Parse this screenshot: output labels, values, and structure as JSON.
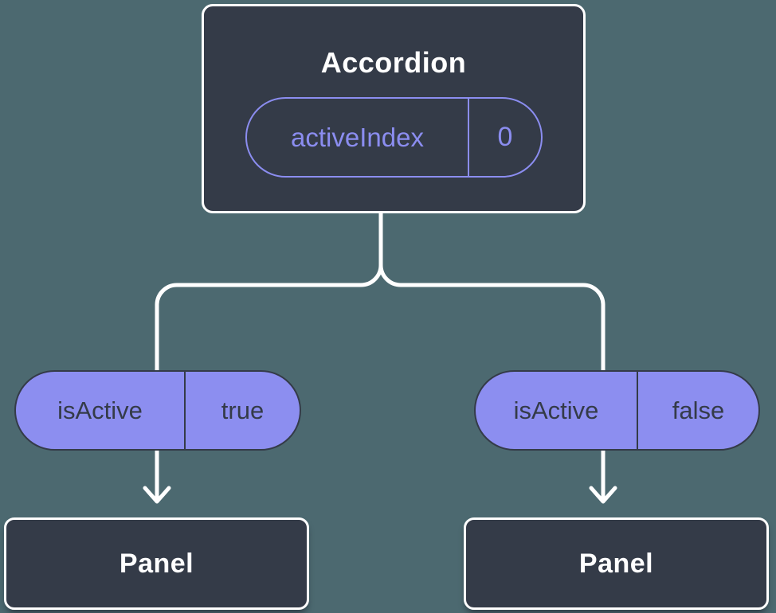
{
  "colors": {
    "background": "#4C6970",
    "node_fill": "#343B48",
    "node_border": "#FFFFFF",
    "accent_purple": "#8B8DF0",
    "pill_fill": "#8C8EF0",
    "pill_text": "#343B48",
    "connector": "#FFFFFF"
  },
  "tree": {
    "root": {
      "title": "Accordion",
      "prop": {
        "name": "activeIndex",
        "value": "0"
      }
    },
    "children": [
      {
        "state": {
          "name": "isActive",
          "value": "true"
        },
        "label": "Panel"
      },
      {
        "state": {
          "name": "isActive",
          "value": "false"
        },
        "label": "Panel"
      }
    ]
  }
}
